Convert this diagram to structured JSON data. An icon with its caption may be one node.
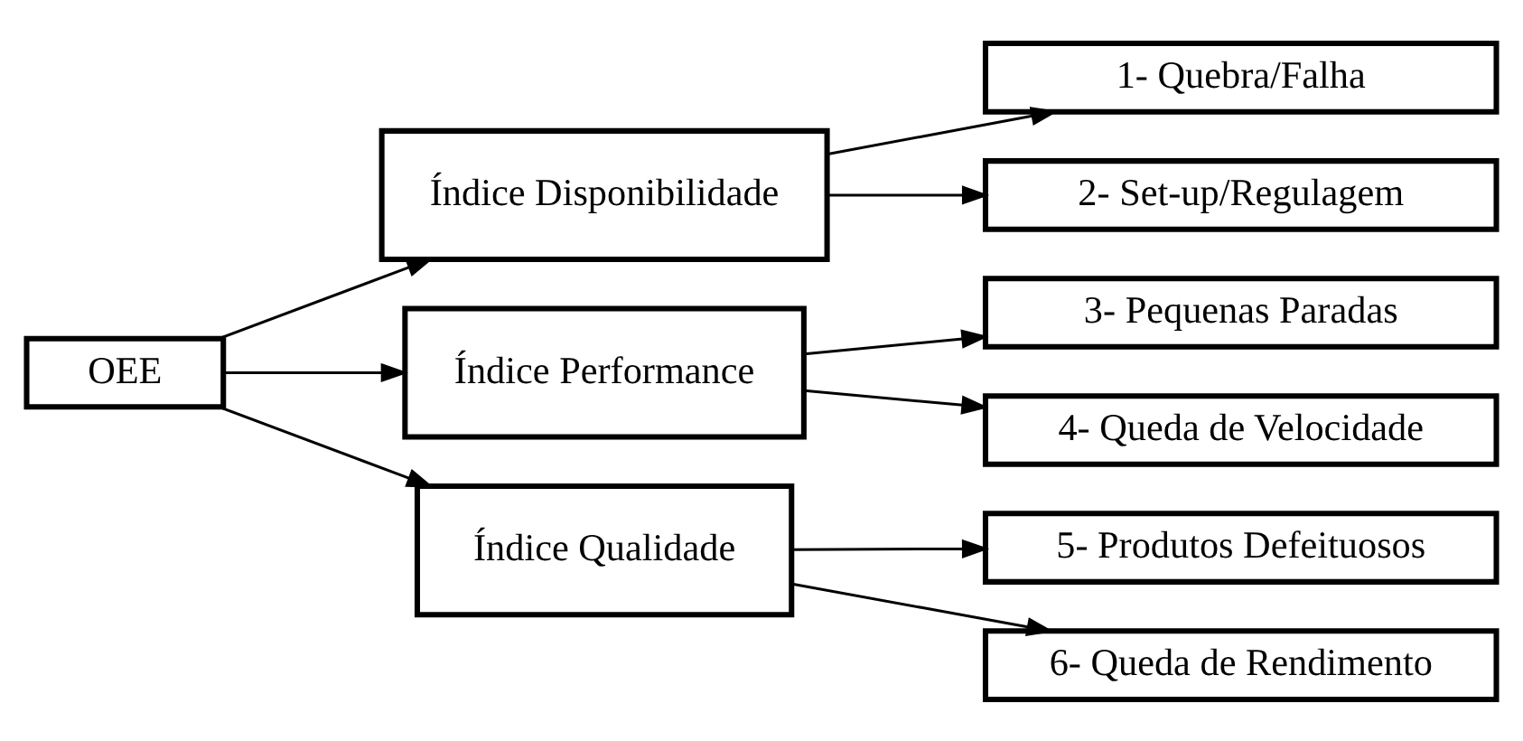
{
  "diagram": {
    "nodes": [
      {
        "text": [
          "OEE"
        ]
      },
      {
        "text": [
          "Índice Disponibilidade"
        ]
      },
      {
        "text": [
          "Índice Performance"
        ]
      },
      {
        "text": [
          "Índice Qualidade"
        ]
      },
      {
        "text": [
          "1- Quebra/Falha"
        ]
      },
      {
        "text": [
          "2- Set-up/Regulagem"
        ]
      },
      {
        "text": [
          "3- Pequenas Paradas"
        ]
      },
      {
        "text": [
          "4- Queda de Velocidade"
        ]
      },
      {
        "text": [
          "5- Produtos Defeituosos"
        ]
      },
      {
        "text": [
          "6- Queda de Rendimento"
        ]
      }
    ],
    "edges": [
      {
        "from": 0,
        "to": 1,
        "arrow": "to"
      },
      {
        "from": 0,
        "to": 2,
        "arrow": "to"
      },
      {
        "from": 0,
        "to": 3,
        "arrow": "to"
      },
      {
        "from": 1,
        "to": 4,
        "arrow": "to"
      },
      {
        "from": 1,
        "to": 5,
        "arrow": "to"
      },
      {
        "from": 2,
        "to": 6,
        "arrow": "to"
      },
      {
        "from": 2,
        "to": 7,
        "arrow": "to"
      },
      {
        "from": 3,
        "to": 8,
        "arrow": "to"
      },
      {
        "from": 3,
        "to": 9,
        "arrow": "to"
      }
    ]
  }
}
